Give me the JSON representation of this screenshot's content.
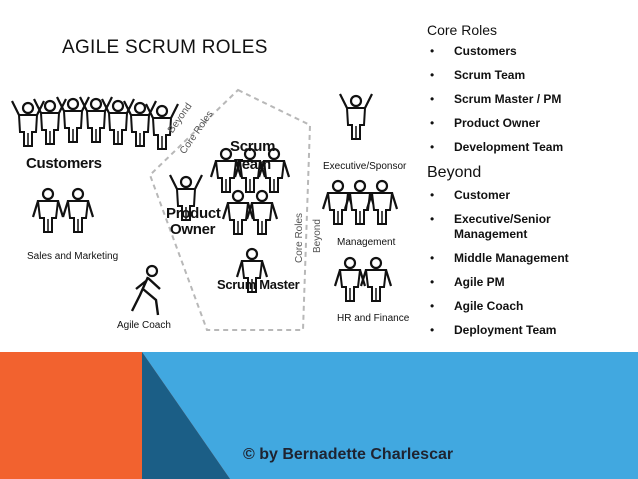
{
  "slide": {
    "title": "AGILE SCRUM ROLES",
    "copyright": "© by Bernadette Charlescar"
  },
  "diagram": {
    "labels": {
      "customers": "Customers",
      "sales_marketing": "Sales and Marketing",
      "agile_coach": "Agile Coach",
      "product_owner_line1": "Product",
      "product_owner_line2": "Owner",
      "scrum_team_line1": "Scrum",
      "scrum_team_line2": "Team",
      "scrum_master": "Scrum Master",
      "executive_sponsor": "Executive/Sponsor",
      "management": "Management",
      "hr_finance": "HR and Finance",
      "beyond_top": "Beyond",
      "core_roles_top": "Core Roles",
      "core_roles_side": "Core Roles",
      "beyond_side": "Beyond"
    }
  },
  "roles": {
    "core_heading": "Core Roles",
    "core_items": [
      "Customers",
      "Scrum Team",
      "Scrum Master / PM",
      "Product Owner",
      "Development Team"
    ],
    "beyond_heading": "Beyond",
    "beyond_items": [
      "Customer",
      "Executive/Senior Management",
      "Middle Management",
      "Agile PM",
      "Agile Coach",
      "Deployment Team"
    ]
  },
  "colors": {
    "orange": "#f2622f",
    "blue": "#41a8e0",
    "dark_teal": "#1b5e86",
    "dash": "#b8b8b8"
  }
}
